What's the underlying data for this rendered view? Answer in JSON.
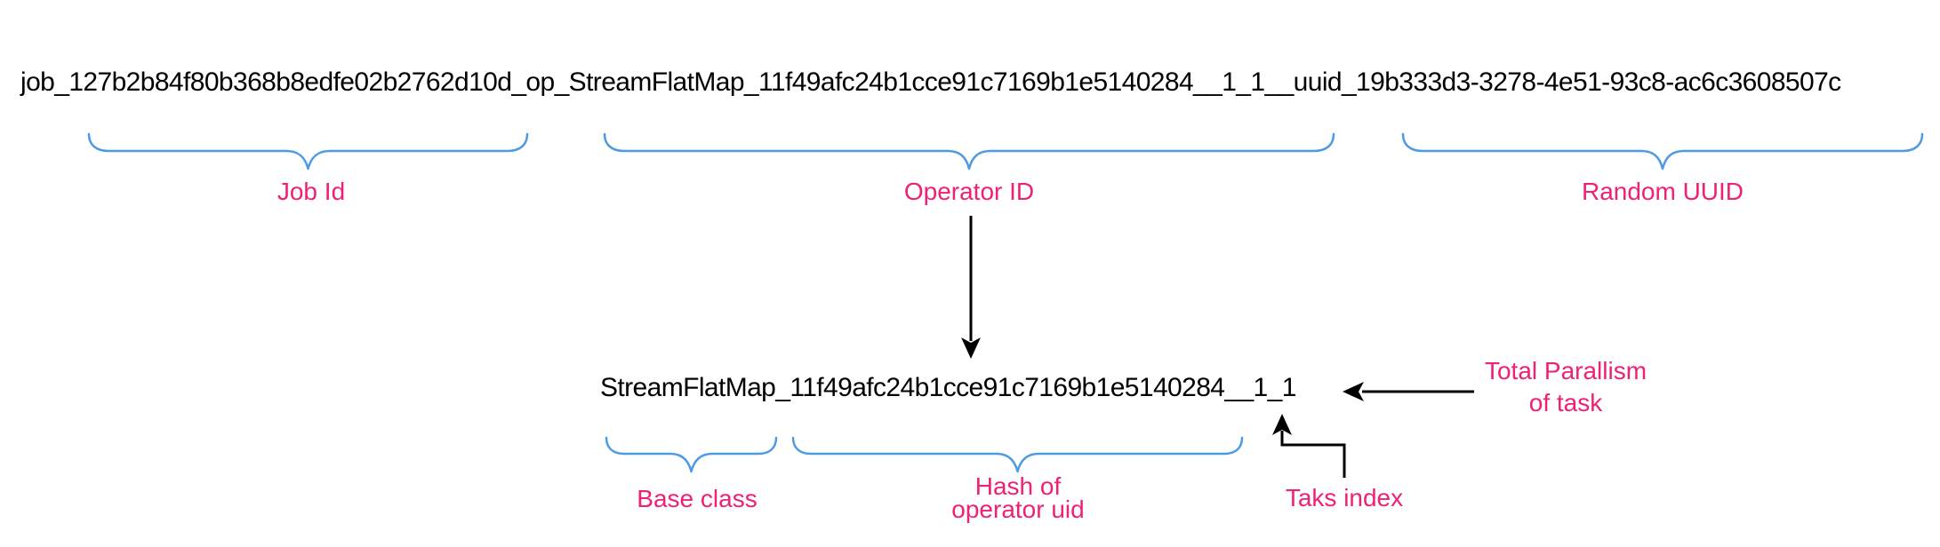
{
  "diagram": {
    "full_id": "job_127b2b84f80b368b8edfe02b2762d10d_op_StreamFlatMap_11f49afc24b1cce91c7169b1e5140284__1_1__uuid_19b333d3-3278-4e51-93c8-ac6c3608507c",
    "operator_task_name": "StreamFlatMap_11f49afc24b1cce91c7169b1e5140284__1_1",
    "labels": {
      "job_id": "Job Id",
      "operator_id": "Operator ID",
      "random_uuid": "Random UUID",
      "base_class": "Base class",
      "hash_of_operator_uid": "Hash of\noperator uid",
      "task_index": "Taks index",
      "total_parallelism": "Total Parallism\nof task"
    },
    "colors": {
      "annotation_pink": "#EE2077",
      "brace_blue": "#4D9BE5",
      "text_black": "#000000"
    }
  }
}
